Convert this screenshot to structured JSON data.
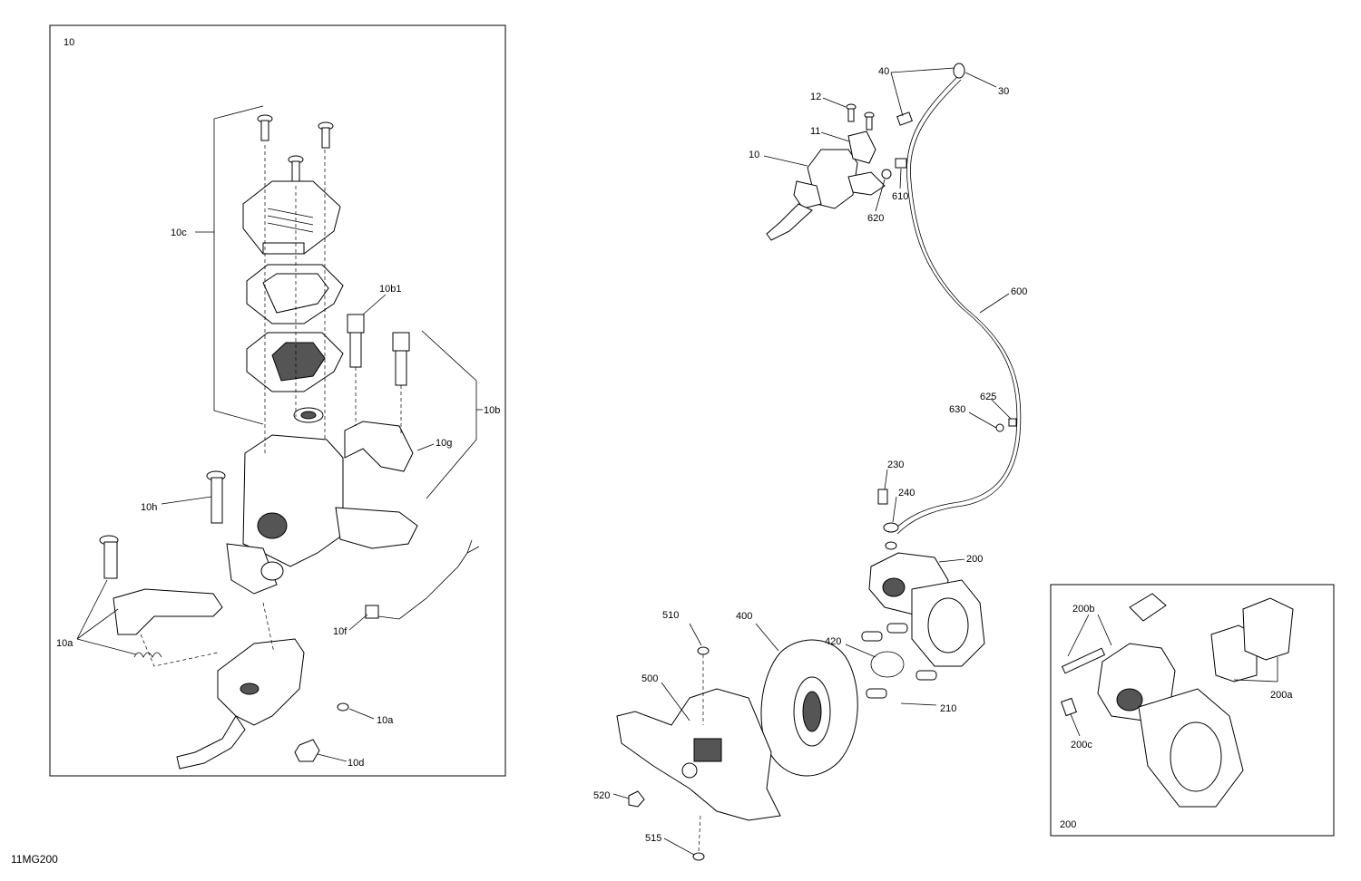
{
  "figure_code": "11MG200",
  "inset_10_label": "10",
  "inset_200_label": "200",
  "callouts": {
    "c10c": "10c",
    "c10b1": "10b1",
    "c10b": "10b",
    "c10g": "10g",
    "c10h": "10h",
    "c10a_left": "10a",
    "c10f": "10f",
    "c10a_right": "10a",
    "c10d": "10d",
    "c40": "40",
    "c30": "30",
    "c12": "12",
    "c11": "11",
    "c10": "10",
    "c610": "610",
    "c620": "620",
    "c600": "600",
    "c625": "625",
    "c630": "630",
    "c230": "230",
    "c240": "240",
    "c200": "200",
    "c510": "510",
    "c400": "400",
    "c420": "420",
    "c500": "500",
    "c210": "210",
    "c520": "520",
    "c515": "515",
    "c200b": "200b",
    "c200a": "200a",
    "c200c": "200c"
  }
}
